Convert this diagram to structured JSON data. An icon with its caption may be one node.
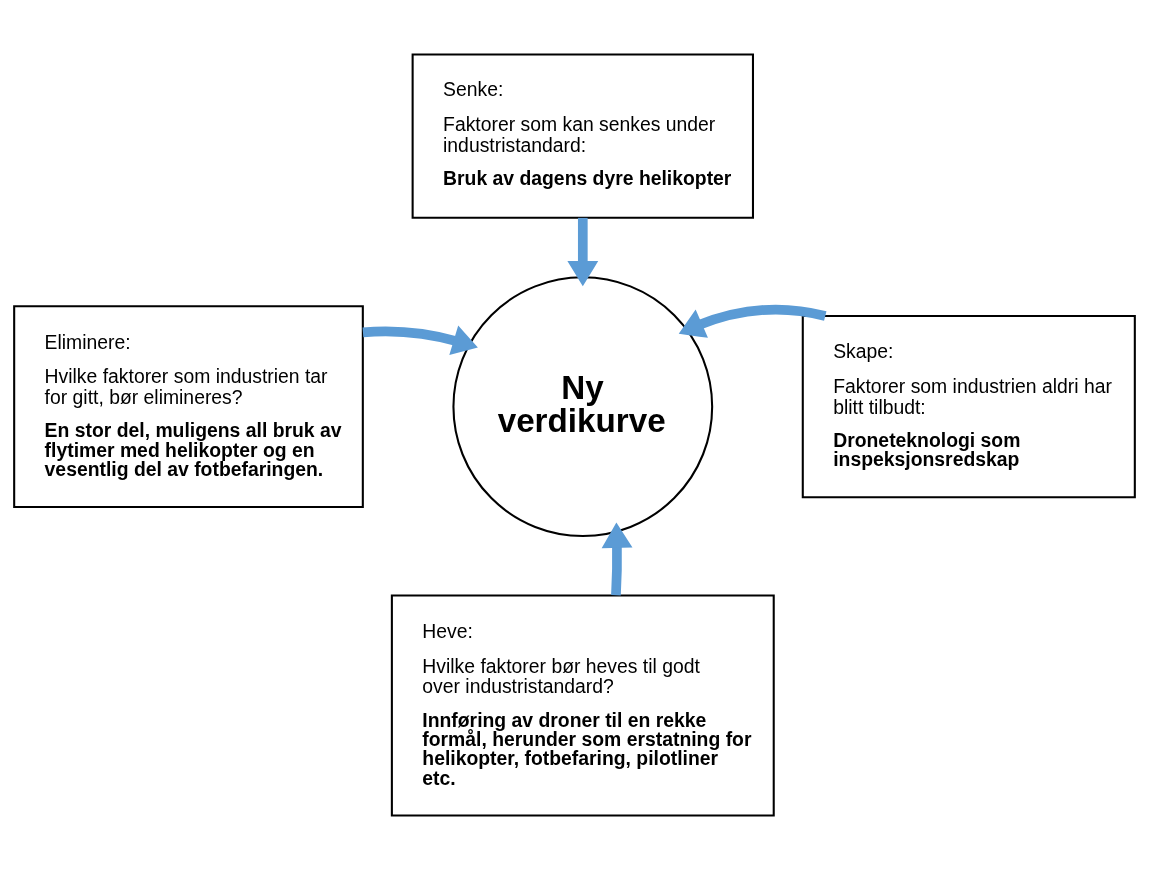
{
  "diagram": {
    "nodes": [
      {
        "text": [
          "Senke:",
          "Faktorer som kan senkes under industristandard:",
          "Bruk av dagens dyre helikopter"
        ]
      },
      {
        "text": [
          "Eliminere:",
          "Hvilke faktorer som industrien tar for gitt, bør elimineres?",
          "En stor del, muligens all bruk av flytimer med helikopter og en vesentlig del av fotbefaringen."
        ]
      },
      {
        "text": [
          "Ny verdikurve"
        ]
      },
      {
        "text": [
          "Skape:",
          "Faktorer som industrien aldri har blitt tilbudt:",
          "Droneteknologi som inspeksjonsredskap"
        ]
      },
      {
        "text": [
          "Heve:",
          "Hvilke faktorer bør heves til godt over industristandard?",
          "Innføring av droner til en rekke formål, herunder som erstatning for helikopter, fotbefaring, pilotliner etc."
        ]
      }
    ],
    "edges": [
      {
        "from": 0,
        "to": 2,
        "arrow": "to"
      },
      {
        "from": 1,
        "to": 2,
        "arrow": "to"
      },
      {
        "from": 3,
        "to": 2,
        "arrow": "to"
      },
      {
        "from": 4,
        "to": 2,
        "arrow": "to"
      }
    ]
  }
}
